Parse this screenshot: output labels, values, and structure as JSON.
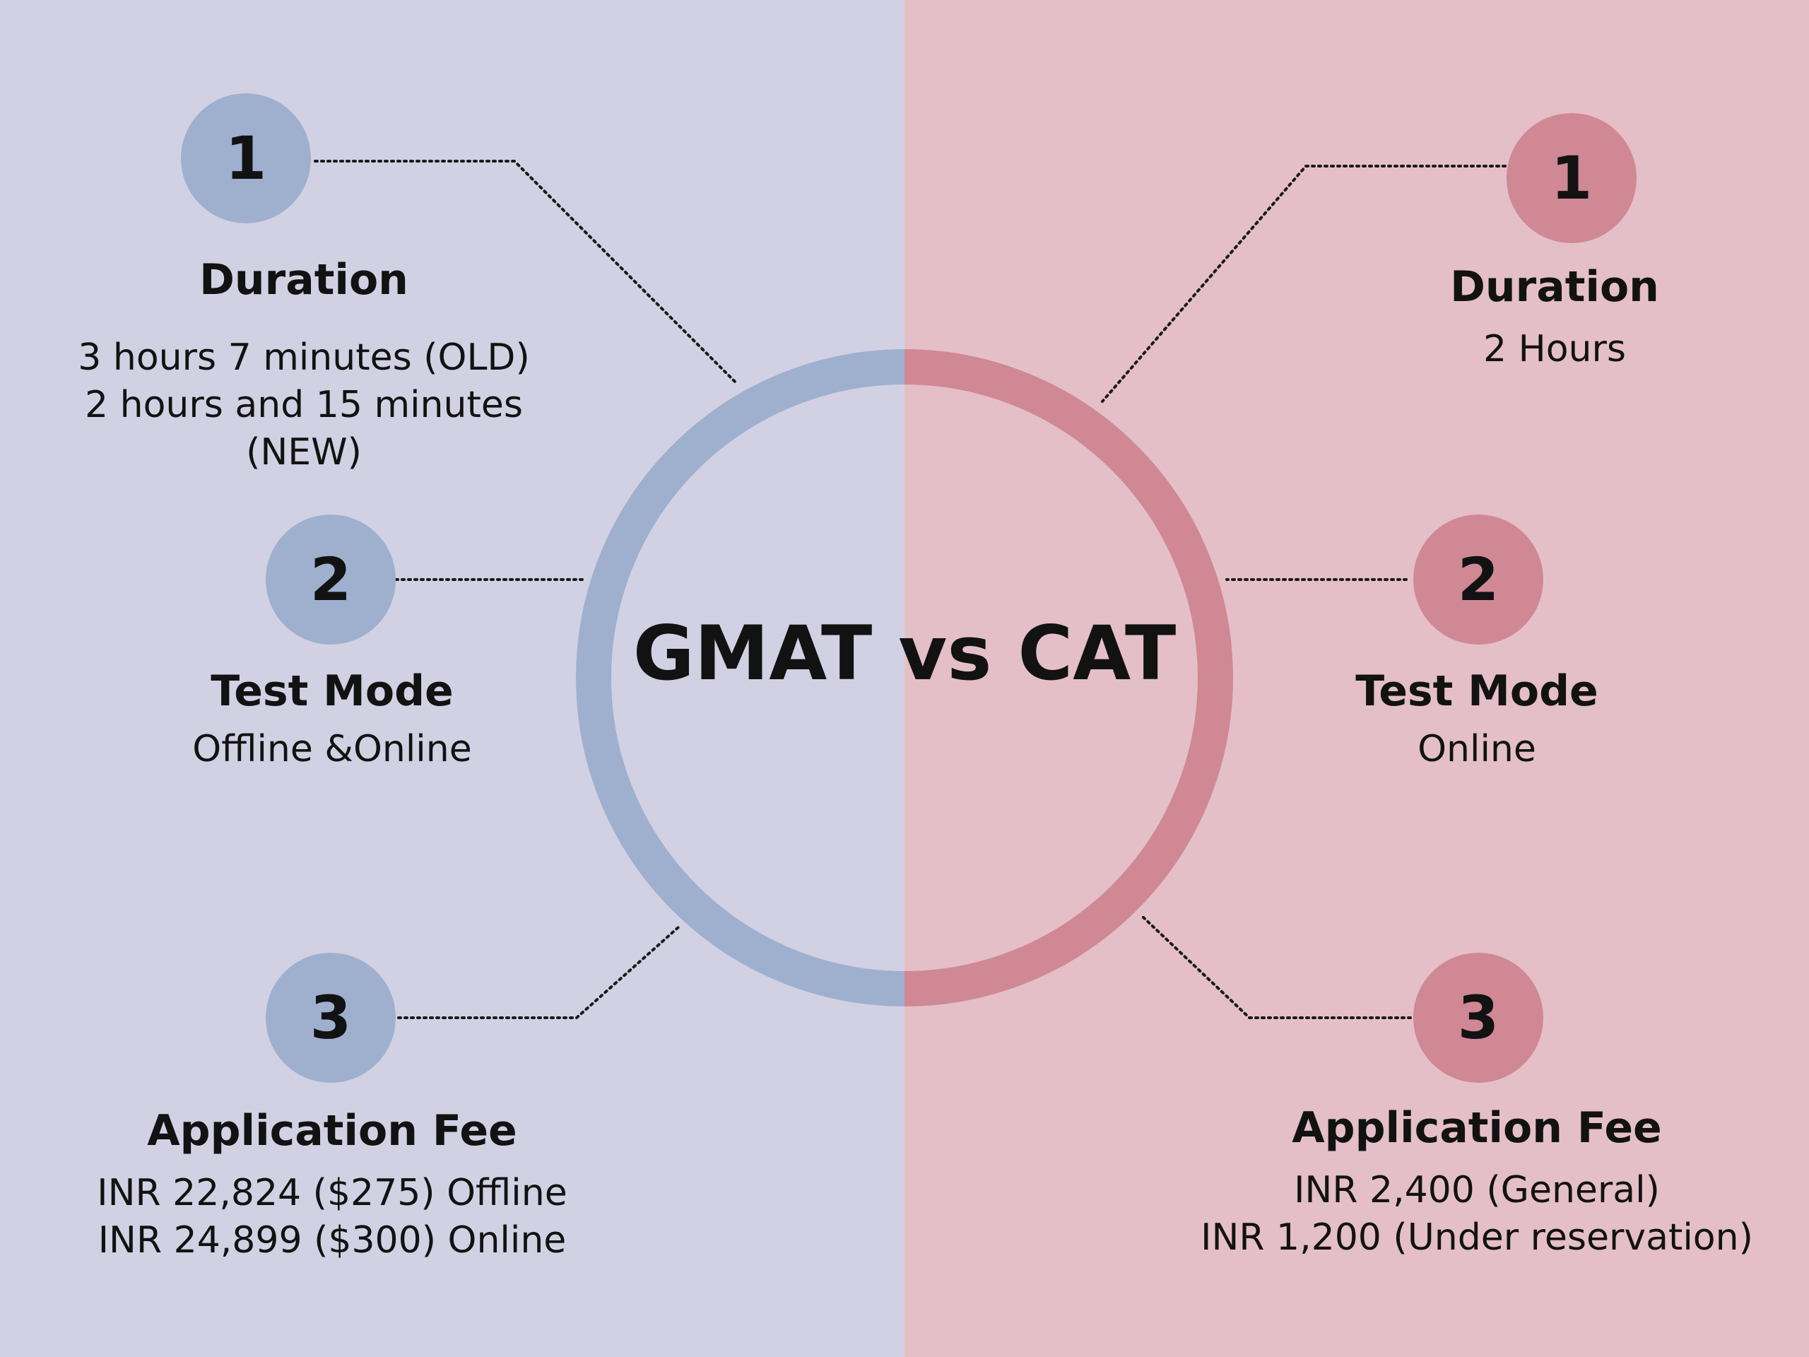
{
  "title": "GMAT vs CAT",
  "colors": {
    "gmat_background": "#d2d1e3",
    "gmat_accent": "#9fb0cf",
    "cat_background": "#e4bfc8",
    "cat_accent": "#d08895"
  },
  "gmat": {
    "items": [
      {
        "number": "1",
        "heading": "Duration",
        "lines": [
          "3 hours 7 minutes (OLD)",
          "2 hours and 15 minutes",
          "(NEW)"
        ]
      },
      {
        "number": "2",
        "heading": "Test Mode",
        "lines": [
          "Offline &Online"
        ]
      },
      {
        "number": "3",
        "heading": "Application Fee",
        "lines": [
          "INR 22,824 ($275) Offline",
          "INR 24,899 ($300) Online"
        ]
      }
    ]
  },
  "cat": {
    "items": [
      {
        "number": "1",
        "heading": "Duration",
        "lines": [
          "2 Hours"
        ]
      },
      {
        "number": "2",
        "heading": "Test Mode",
        "lines": [
          "Online"
        ]
      },
      {
        "number": "3",
        "heading": "Application Fee",
        "lines": [
          "INR 2,400 (General)",
          "INR 1,200 (Under reservation)"
        ]
      }
    ]
  }
}
